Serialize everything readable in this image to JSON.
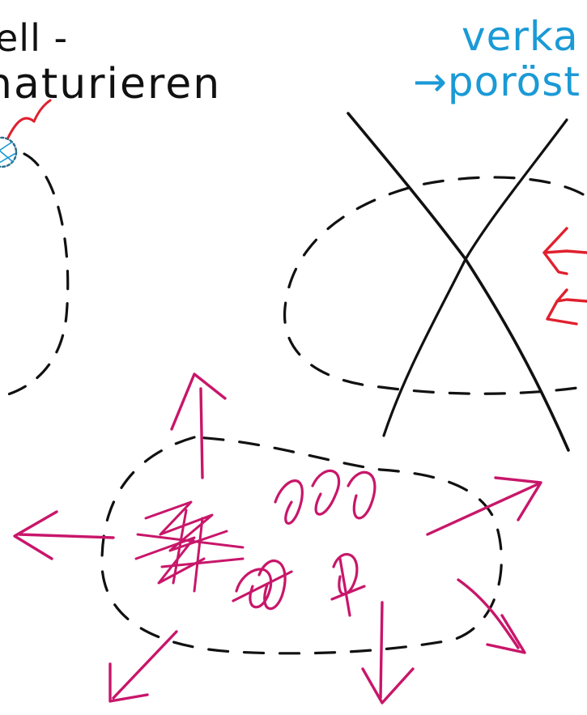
{
  "notes": {
    "black_line_1": "ell -",
    "black_line_2": "naturieren",
    "blue_line_1": "verka",
    "blue_line_2": "→poröst"
  },
  "colors": {
    "background": "#ffffff",
    "ink_black": "#111111",
    "ink_blue": "#1a9ad6",
    "ink_red": "#e0202e",
    "ink_magenta": "#c8166a",
    "ink_teal": "#2a6f8f"
  }
}
